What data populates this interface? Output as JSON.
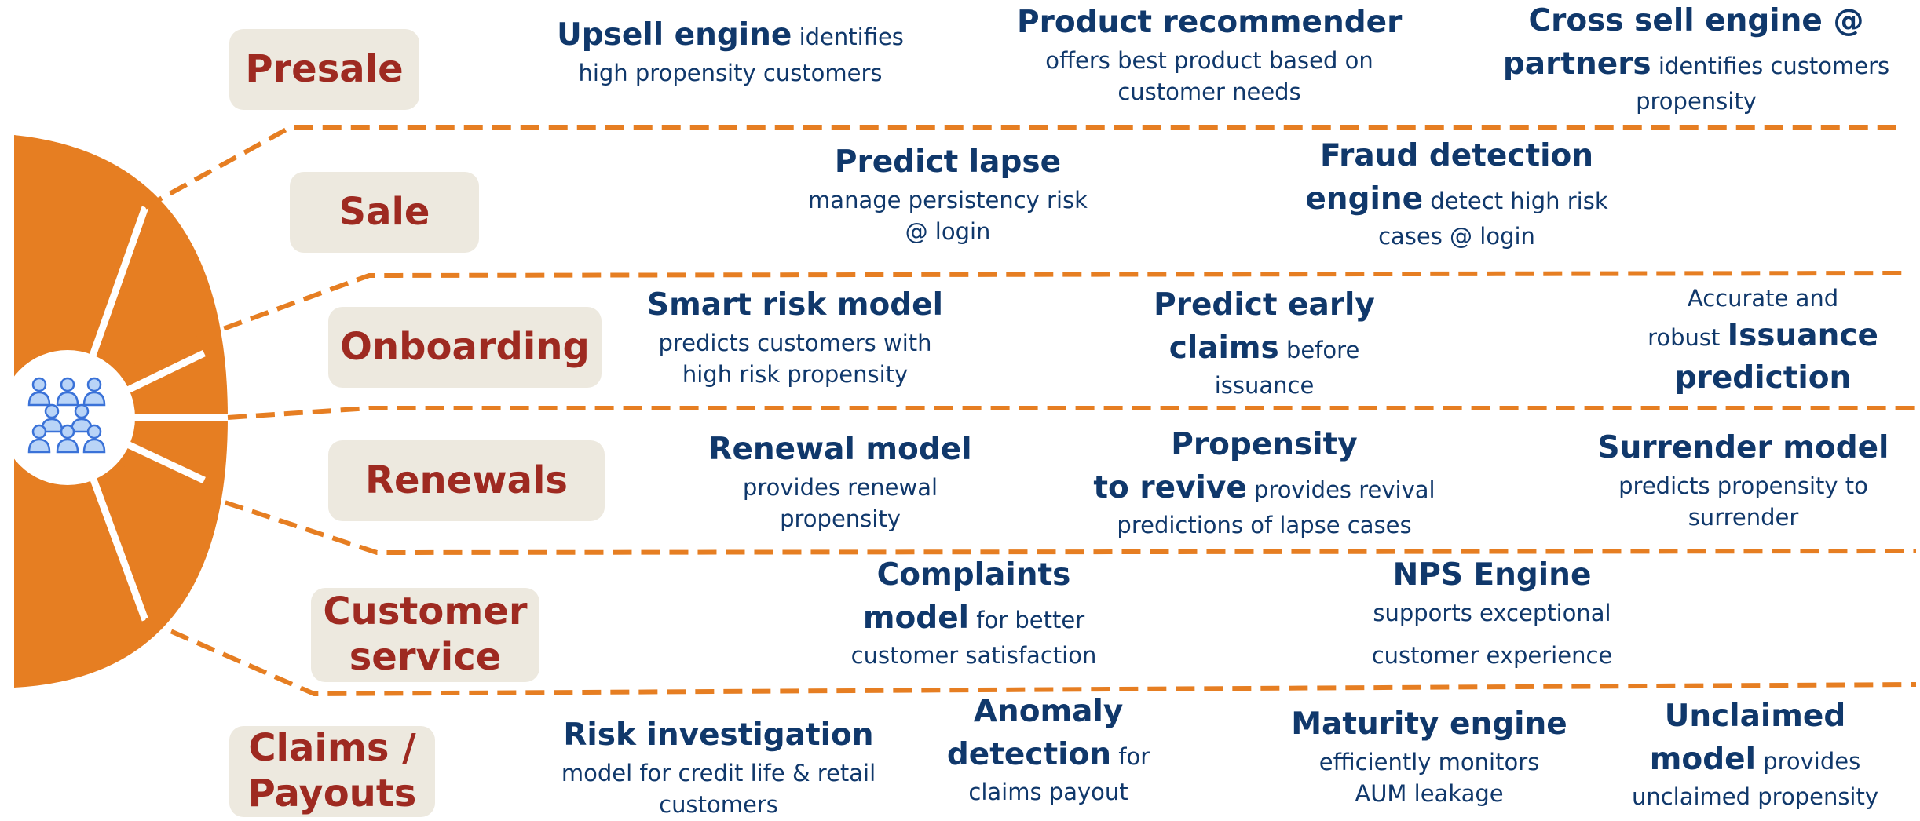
{
  "diagram": {
    "colors": {
      "orange": "#e67e22",
      "label_bg": "#ede9df",
      "label_text": "#9e2a21",
      "model_text": "#10386b",
      "icon_fill": "#b9d4f7",
      "icon_stroke": "#3a72d8"
    },
    "hub_icon": "people-group-icon",
    "stages": [
      {
        "id": "presale",
        "label": "Presale"
      },
      {
        "id": "sale",
        "label": "Sale"
      },
      {
        "id": "onboarding",
        "label": "Onboarding"
      },
      {
        "id": "renewals",
        "label": "Renewals"
      },
      {
        "id": "customer-service",
        "label_line1": "Customer",
        "label_line2": "service"
      },
      {
        "id": "claims-payouts",
        "label_line1": "Claims /",
        "label_line2": "Payouts"
      }
    ],
    "models": {
      "upsell": {
        "title": "Upsell engine",
        "desc_inline": "identifies",
        "desc": "high propensity customers"
      },
      "product_recommender": {
        "title": "Product recommender",
        "desc1": "offers best product based on",
        "desc2": "customer needs"
      },
      "cross_sell": {
        "title1": "Cross sell engine @",
        "title2": "partners",
        "desc_inline": "identifies customers",
        "desc": "propensity"
      },
      "predict_lapse": {
        "title": "Predict lapse",
        "desc1": "manage persistency risk",
        "desc2": "@ login"
      },
      "fraud_detection": {
        "title1": "Fraud detection",
        "title2": "engine",
        "desc_inline": "detect high risk",
        "desc": "cases @ login"
      },
      "smart_risk": {
        "title": "Smart risk model",
        "desc1": "predicts customers with",
        "desc2": "high risk propensity"
      },
      "predict_early_claims": {
        "title1": "Predict early",
        "title2": "claims",
        "desc_inline": "before",
        "desc": "issuance"
      },
      "issuance_prediction": {
        "desc1": "Accurate and",
        "desc_prefix": "robust",
        "title1": "Issuance",
        "title2": "prediction"
      },
      "renewal_model": {
        "title": "Renewal model",
        "desc1": "provides renewal",
        "desc2": "propensity"
      },
      "propensity_revive": {
        "title1": "Propensity",
        "title2": "to revive",
        "desc_inline": "provides revival",
        "desc": "predictions of lapse cases"
      },
      "surrender_model": {
        "title": "Surrender model",
        "desc1": "predicts propensity to",
        "desc2": "surrender"
      },
      "complaints_model": {
        "title1": "Complaints",
        "title2": "model",
        "desc_inline": "for better",
        "desc": "customer satisfaction"
      },
      "nps_engine": {
        "title": "NPS Engine",
        "desc1": "supports exceptional",
        "desc2": "customer experience"
      },
      "risk_investigation": {
        "title": "Risk investigation",
        "desc1": "model for credit life & retail",
        "desc2": "customers"
      },
      "anomaly_detection": {
        "title1": "Anomaly",
        "title2": "detection",
        "desc_inline": "for",
        "desc": "claims payout"
      },
      "maturity_engine": {
        "title": "Maturity engine",
        "desc1": "efficiently monitors",
        "desc2": "AUM leakage"
      },
      "unclaimed_model": {
        "title1": "Unclaimed",
        "title2": "model",
        "desc_inline": "provides",
        "desc": "unclaimed propensity"
      }
    }
  }
}
